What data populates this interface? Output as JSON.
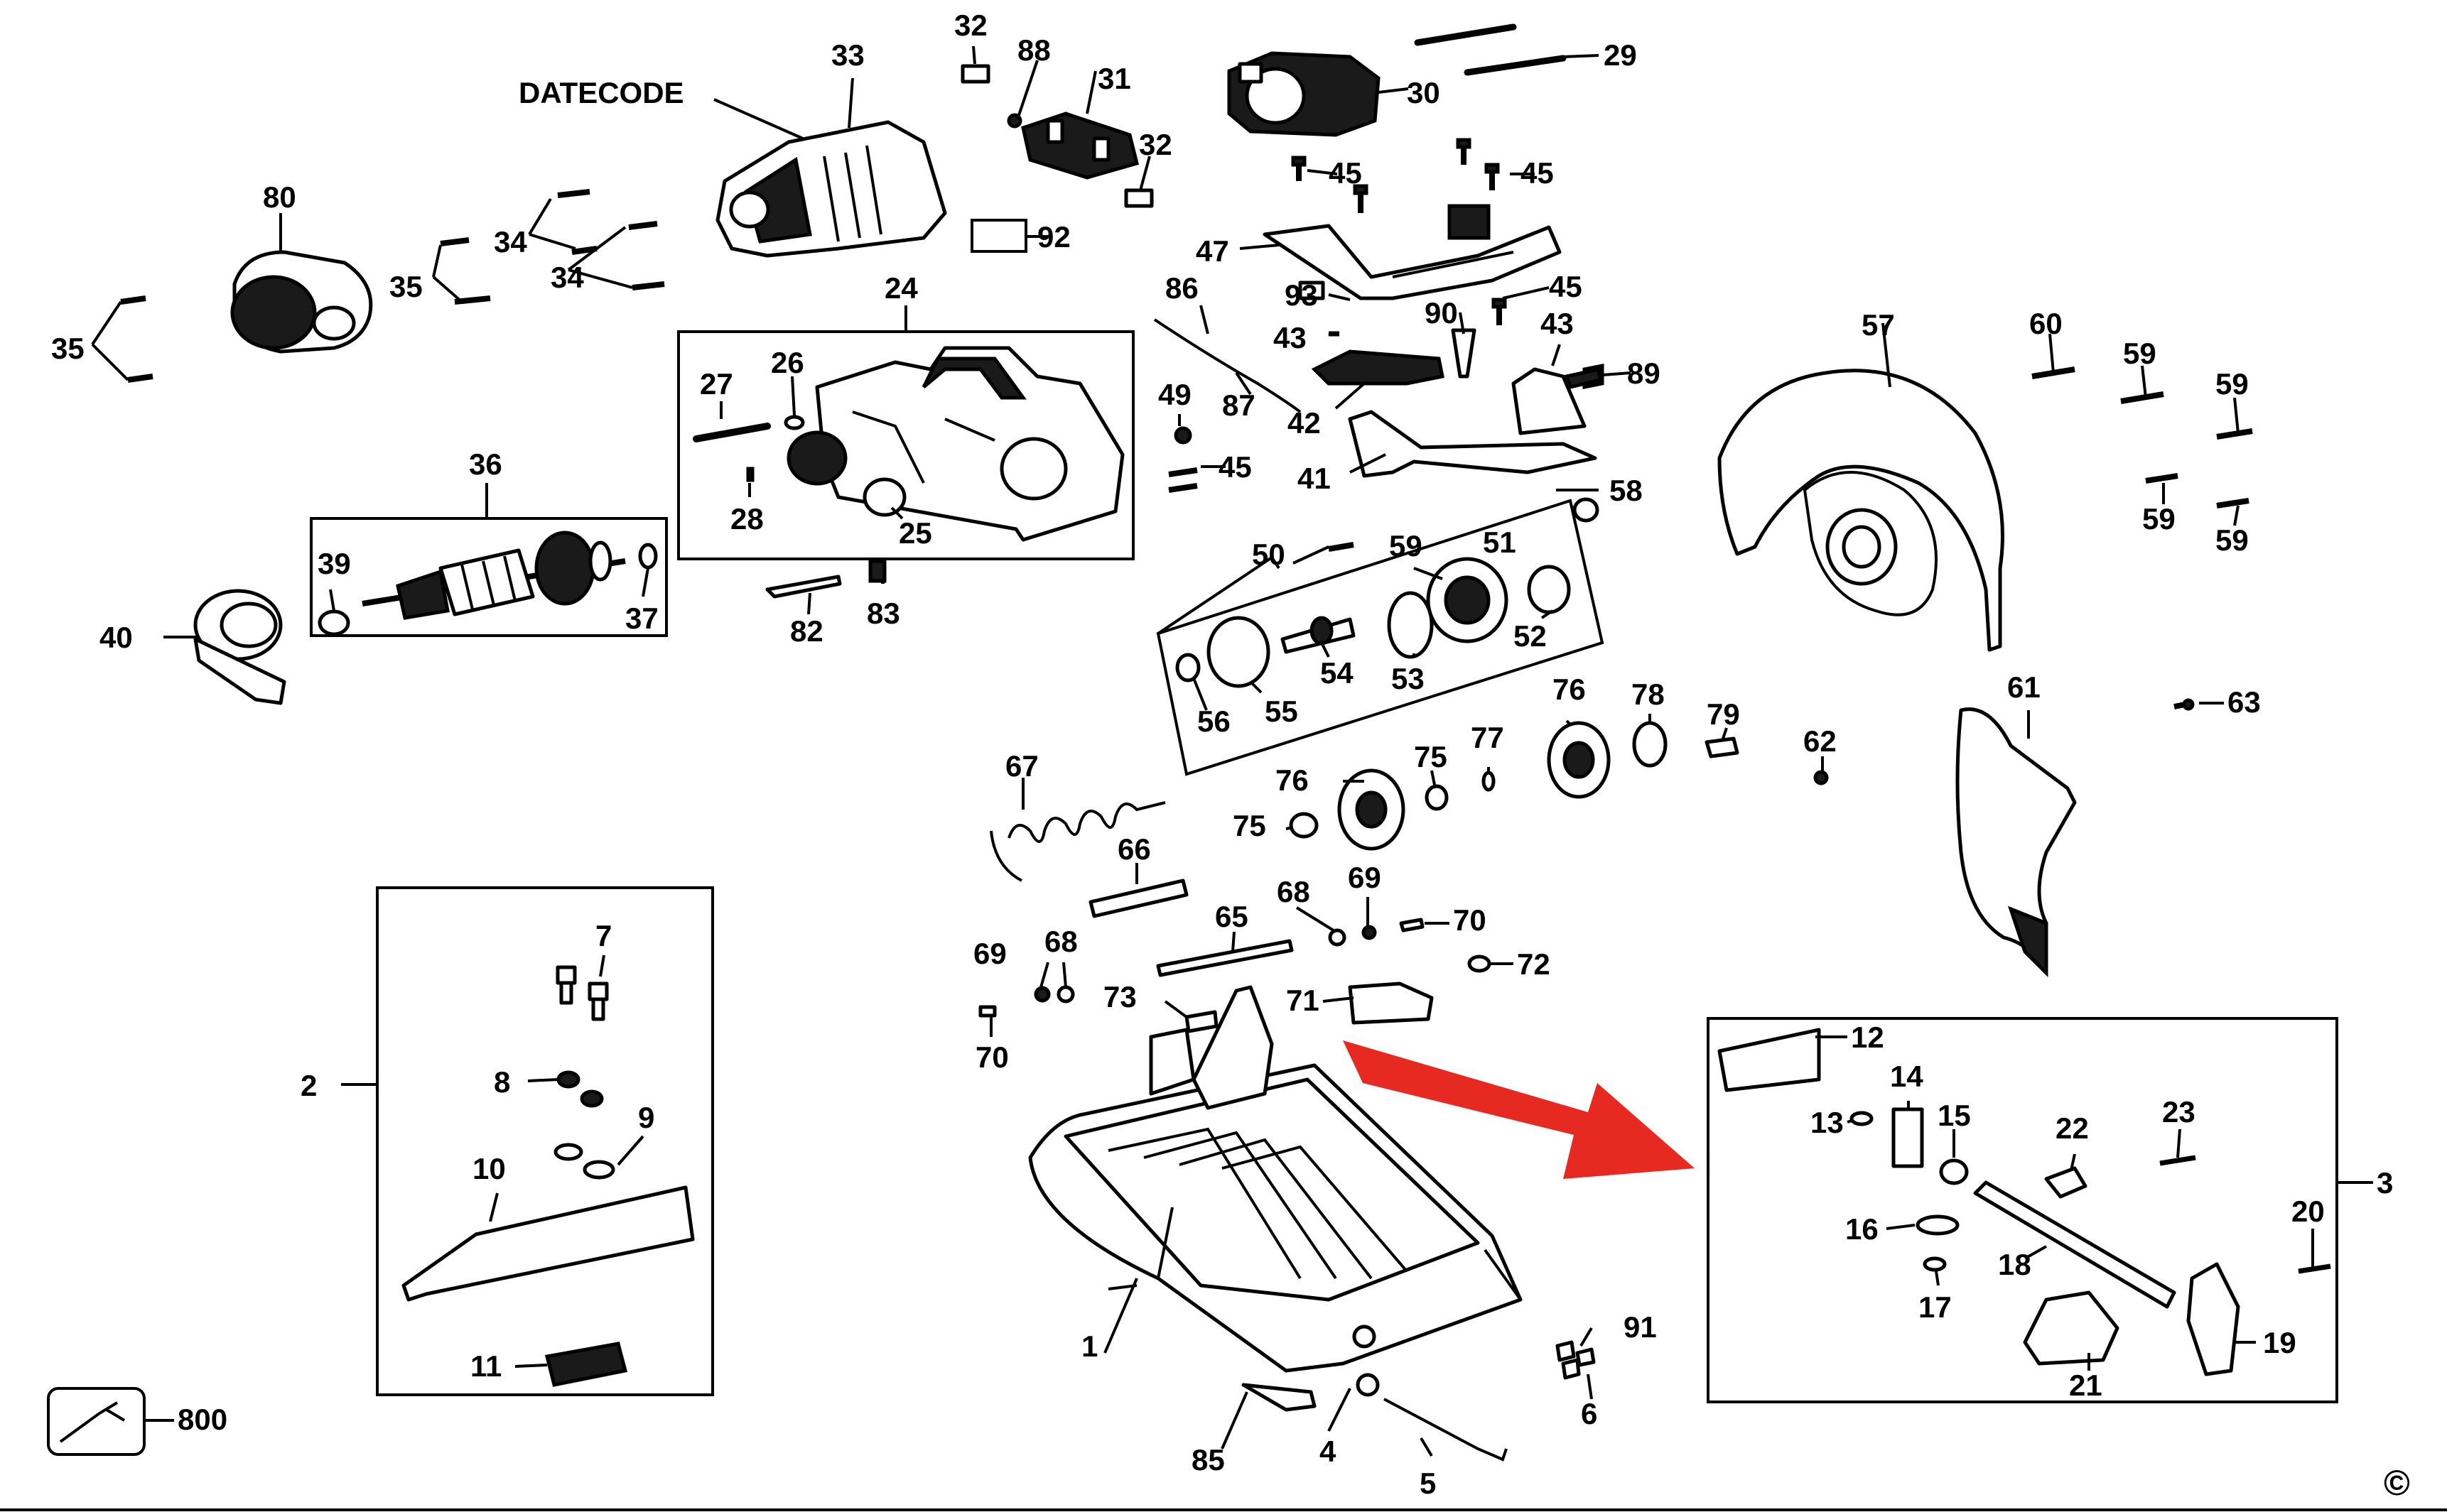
{
  "diagram": {
    "datecode_label": "DATECODE",
    "copyright_symbol": "©",
    "arrow_color": "#e62a22",
    "line_color": "#000000",
    "background": "#ffffff",
    "callouts": {
      "c1": "1",
      "c2": "2",
      "c3": "3",
      "c4": "4",
      "c5": "5",
      "c6": "6",
      "c7": "7",
      "c8": "8",
      "c9": "9",
      "c10": "10",
      "c11": "11",
      "c12": "12",
      "c13": "13",
      "c14": "14",
      "c15": "15",
      "c16": "16",
      "c17": "17",
      "c18": "18",
      "c19": "19",
      "c20": "20",
      "c21": "21",
      "c22": "22",
      "c23": "23",
      "c24": "24",
      "c25": "25",
      "c26": "26",
      "c27": "27",
      "c28": "28",
      "c29": "29",
      "c30": "30",
      "c31": "31",
      "c32": "32",
      "c33": "33",
      "c34": "34",
      "c35": "35",
      "c36": "36",
      "c37": "37",
      "c39": "39",
      "c40": "40",
      "c41": "41",
      "c42": "42",
      "c43": "43",
      "c45": "45",
      "c47": "47",
      "c49": "49",
      "c50": "50",
      "c51": "51",
      "c52": "52",
      "c53": "53",
      "c54": "54",
      "c55": "55",
      "c56": "56",
      "c57": "57",
      "c58": "58",
      "c59": "59",
      "c60": "60",
      "c61": "61",
      "c62": "62",
      "c63": "63",
      "c65": "65",
      "c66": "66",
      "c67": "67",
      "c68": "68",
      "c69": "69",
      "c70": "70",
      "c71": "71",
      "c72": "72",
      "c73": "73",
      "c75": "75",
      "c76": "76",
      "c77": "77",
      "c78": "78",
      "c79": "79",
      "c80": "80",
      "c82": "82",
      "c83": "83",
      "c85": "85",
      "c86": "86",
      "c87": "87",
      "c88": "88",
      "c89": "89",
      "c90": "90",
      "c91": "91",
      "c92": "92",
      "c93": "93",
      "c800": "800"
    }
  }
}
